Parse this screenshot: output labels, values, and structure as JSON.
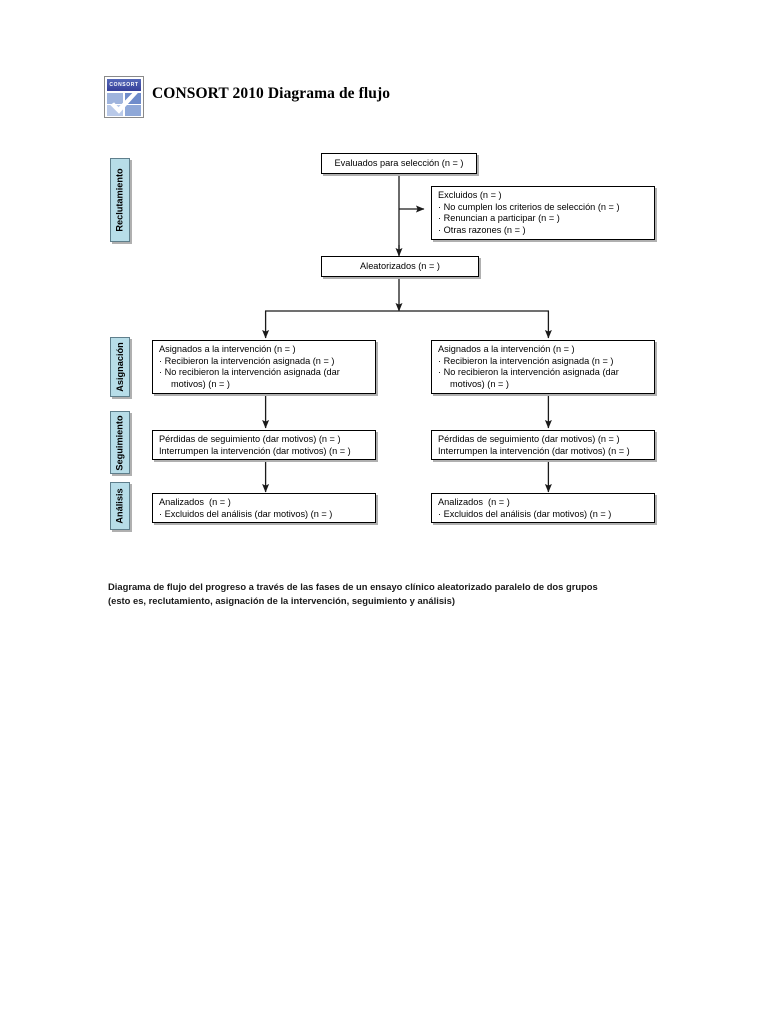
{
  "header": {
    "title": "CONSORT 2010 Diagrama de flujo",
    "logo_text": "CONSORT",
    "logo_name": "consort-logo"
  },
  "phases": [
    {
      "id": "reclutamiento",
      "label": "Reclutamiento"
    },
    {
      "id": "asignacion",
      "label": "Asignación"
    },
    {
      "id": "seguimiento",
      "label": "Seguimiento"
    },
    {
      "id": "analisis",
      "label": "Análisis"
    }
  ],
  "boxes": {
    "enrollment_assessed": {
      "line1": "Evaluados para selección (n = )"
    },
    "excluded": {
      "line1": "Excluidos (n = )",
      "line2": "No cumplen los criterios de selección (n = )",
      "line3": "Renuncian a participar (n = )",
      "line4": "Otras razones (n = )"
    },
    "randomized": {
      "line1": "Aleatorizados (n = )"
    },
    "allocation_left": {
      "line1": "Asignados a la intervención (n = )",
      "line2": "Recibieron la intervención asignada (n = )",
      "line3": "No recibieron la intervención asignada (dar",
      "line4": "motivos) (n = )"
    },
    "allocation_right": {
      "line1": "Asignados a la intervención (n = )",
      "line2": "Recibieron la intervención asignada (n = )",
      "line3": "No recibieron la intervención asignada (dar",
      "line4": "motivos) (n = )"
    },
    "followup_left": {
      "line1": "Pérdidas de seguimiento (dar motivos) (n = )",
      "line2": "Interrumpen la intervención (dar motivos) (n = )"
    },
    "followup_right": {
      "line1": "Pérdidas de seguimiento (dar motivos) (n = )",
      "line2": "Interrumpen la intervención (dar motivos) (n = )"
    },
    "analysis_left": {
      "line1": "Analizados  (n = )",
      "line2": "Excluidos del análisis (dar motivos) (n = )"
    },
    "analysis_right": {
      "line1": "Analizados  (n = )",
      "line2": "Excluidos del análisis (dar motivos) (n = )"
    }
  },
  "caption": {
    "line1": "Diagrama de flujo del progreso a través de las fases de un ensayo clínico aleatorizado paralelo de dos grupos",
    "line2": "(esto es, reclutamiento, asignación de la intervención, seguimiento y análisis)"
  },
  "colors": {
    "phase_fill": "#b7dde8",
    "phase_border": "#5f7f8c",
    "box_border": "#000000",
    "box_shadow": "#b0b0b0",
    "connector": "#1a1a1a",
    "logo_blue": "#36409a"
  }
}
